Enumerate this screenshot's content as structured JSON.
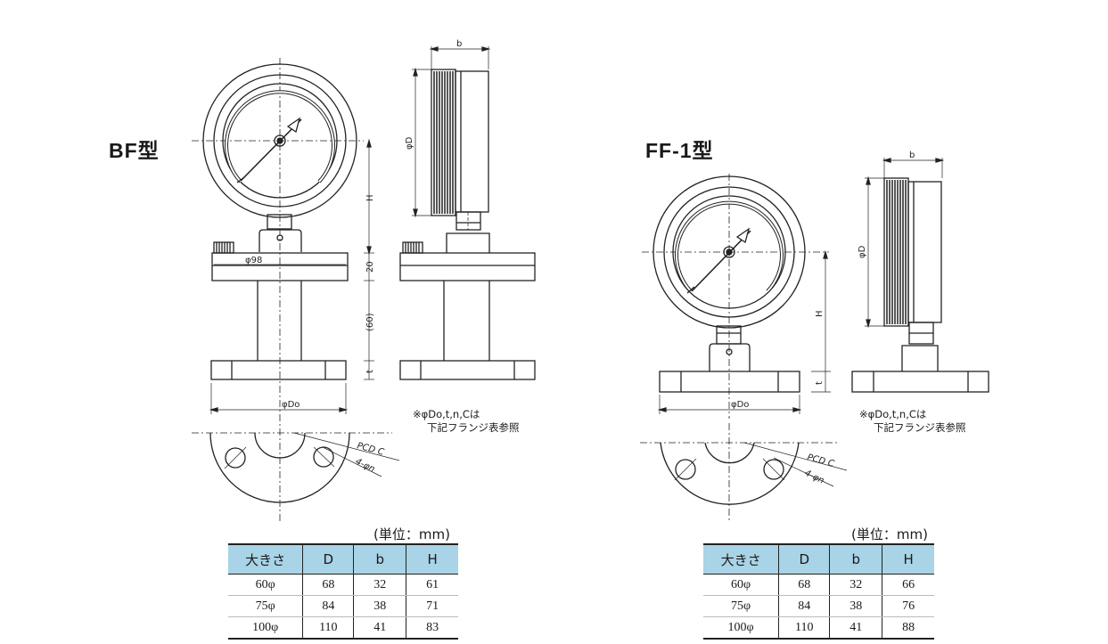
{
  "left": {
    "model_title": "BF型",
    "note_line1": "※φDo,t,n,Cは",
    "note_line2": "下記フランジ表参照",
    "unit": "(単位：mm)",
    "table": {
      "headers": [
        "大きさ",
        "D",
        "b",
        "H"
      ],
      "rows": [
        [
          "60φ",
          "68",
          "32",
          "61"
        ],
        [
          "75φ",
          "84",
          "38",
          "71"
        ],
        [
          "100φ",
          "110",
          "41",
          "83"
        ]
      ]
    }
  },
  "right": {
    "model_title": "FF-1型",
    "note_line1": "※φDo,t,n,Cは",
    "note_line2": "下記フランジ表参照",
    "unit": "(単位：mm)",
    "table": {
      "headers": [
        "大きさ",
        "D",
        "b",
        "H"
      ],
      "rows": [
        [
          "60φ",
          "68",
          "32",
          "66"
        ],
        [
          "75φ",
          "84",
          "38",
          "76"
        ],
        [
          "100φ",
          "110",
          "41",
          "88"
        ]
      ]
    }
  },
  "dim_labels": {
    "b": "b",
    "phiD": "φD",
    "H": "H",
    "d98": "φ98",
    "d20": "20",
    "d60": "(60)",
    "t": "t",
    "phiDo": "φDo",
    "pcd": "PCD C",
    "holes": "4-φn"
  }
}
